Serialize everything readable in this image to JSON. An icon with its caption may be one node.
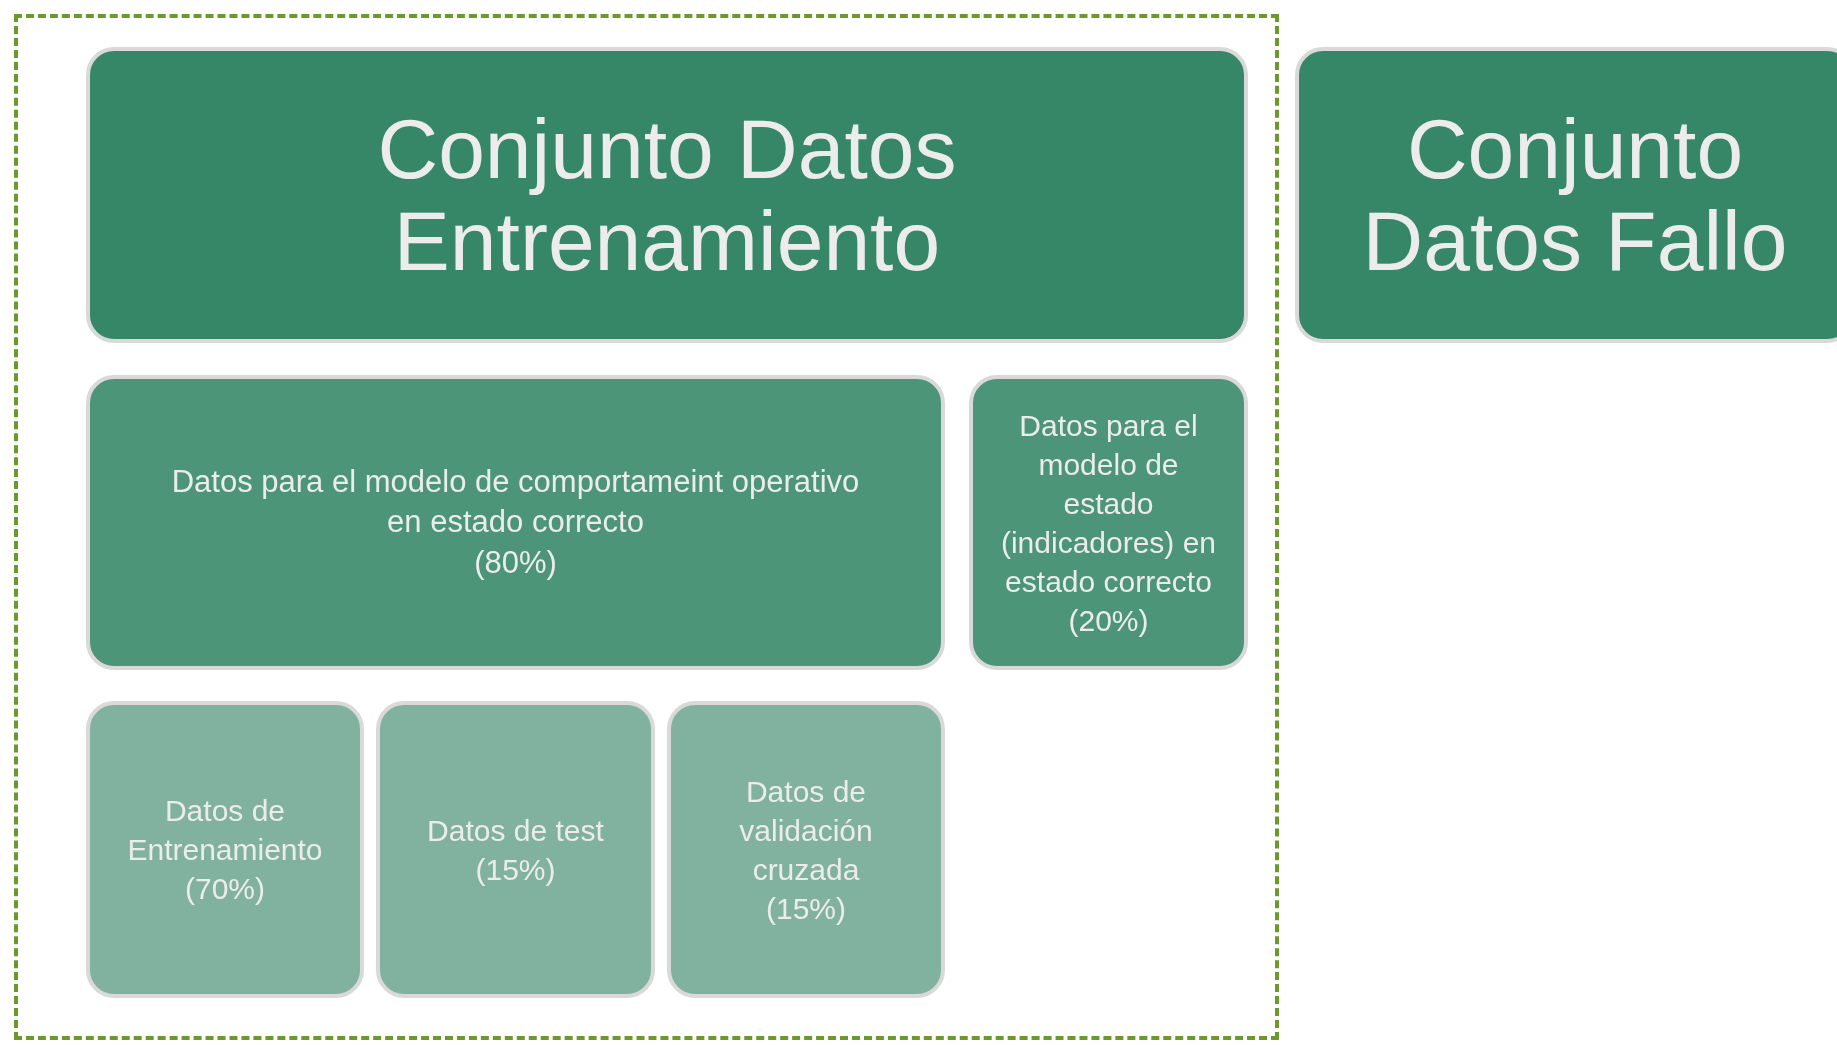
{
  "diagram": {
    "nodes": [
      {
        "text": [],
        "shape": "box"
      },
      {
        "text": [
          "Conjunto Datos Entrenamiento"
        ],
        "in": 0
      },
      {
        "text": [
          "Conjunto Datos Fallo"
        ]
      },
      {
        "text": [
          "Datos para el modelo de comportameint operativo en estado correcto",
          "(80%)"
        ],
        "in": 0
      },
      {
        "text": [
          "Datos para el modelo de estado (indicadores) en estado correcto  (20%)"
        ],
        "in": 0
      },
      {
        "text": [
          "Datos de Entrenamiento",
          "(70%)"
        ],
        "in": 0
      },
      {
        "text": [
          "Datos de test",
          "(15%)"
        ],
        "in": 0
      },
      {
        "text": [
          "Datos de validación cruzada",
          "(15%)"
        ],
        "in": 0
      }
    ]
  }
}
